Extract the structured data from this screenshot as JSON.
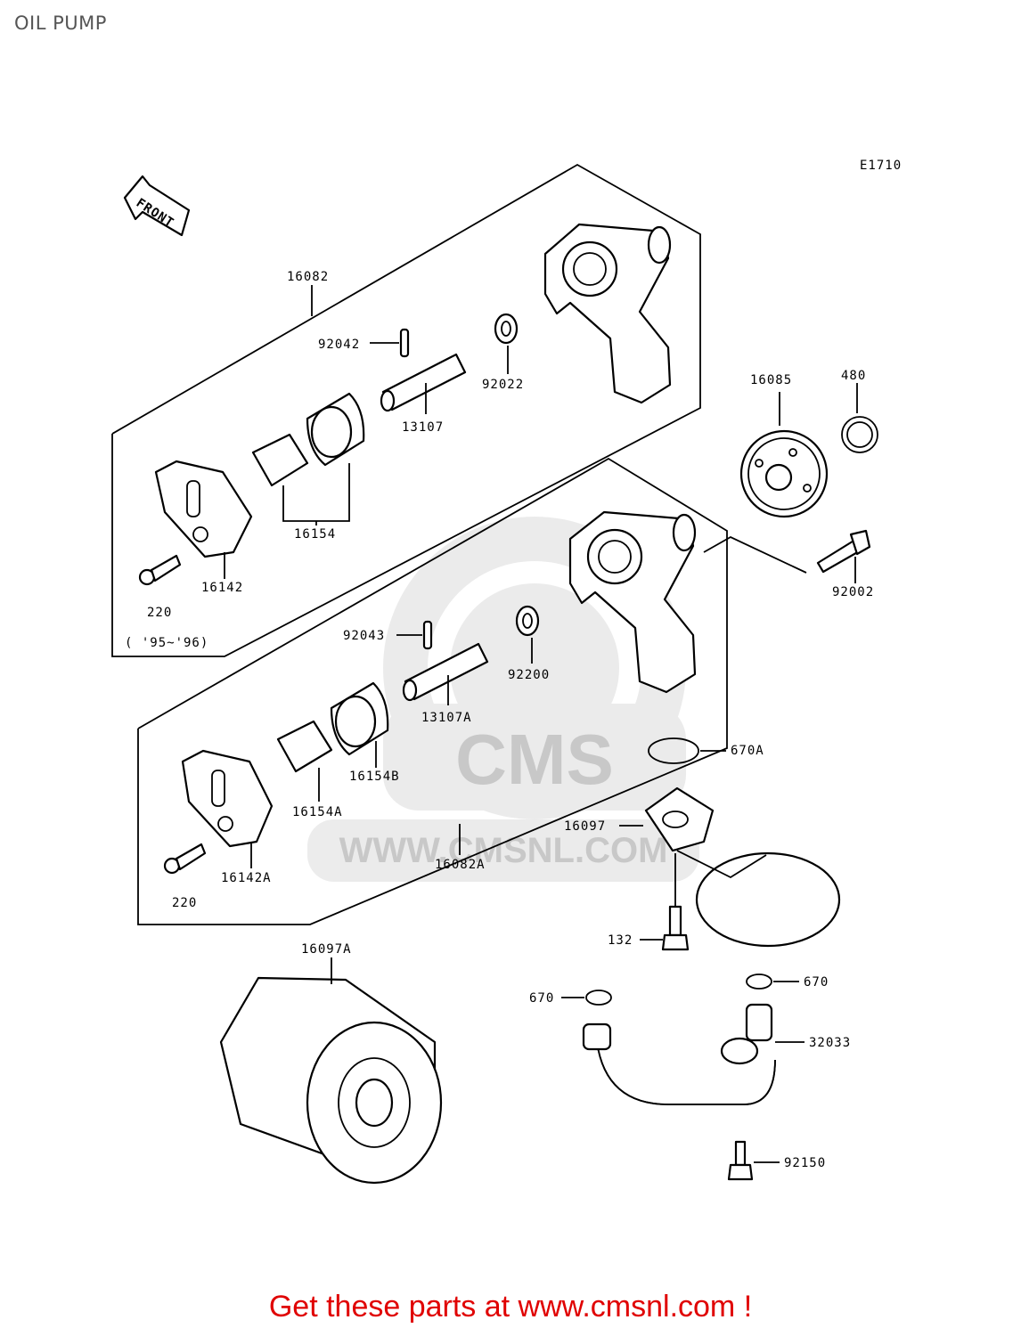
{
  "page": {
    "title": "OIL PUMP",
    "diagram_code": "E1710",
    "footer_text": "Get these parts at www.cmsnl.com !"
  },
  "direction_marker": {
    "text": "FRONT",
    "icon": "front-arrow-icon"
  },
  "watermark": {
    "brand": "CMS",
    "url": "WWW.CMSNL.COM"
  },
  "parts": {
    "p16082": "16082",
    "p92042": "92042",
    "p92022": "92022",
    "p13107": "13107",
    "p16154": "16154",
    "p16142": "16142",
    "p220_a": "220",
    "note_years": "( '95~'96)",
    "p16085": "16085",
    "p480": "480",
    "p92002": "92002",
    "p92043": "92043",
    "p92200": "92200",
    "p13107A": "13107A",
    "p16154B": "16154B",
    "p16154A": "16154A",
    "p16142A": "16142A",
    "p220_b": "220",
    "p16082A": "16082A",
    "p670A": "670A",
    "p16097": "16097",
    "p132": "132",
    "p16097A": "16097A",
    "p670_left": "670",
    "p670_right": "670",
    "p32033": "32033",
    "p92150": "92150"
  }
}
